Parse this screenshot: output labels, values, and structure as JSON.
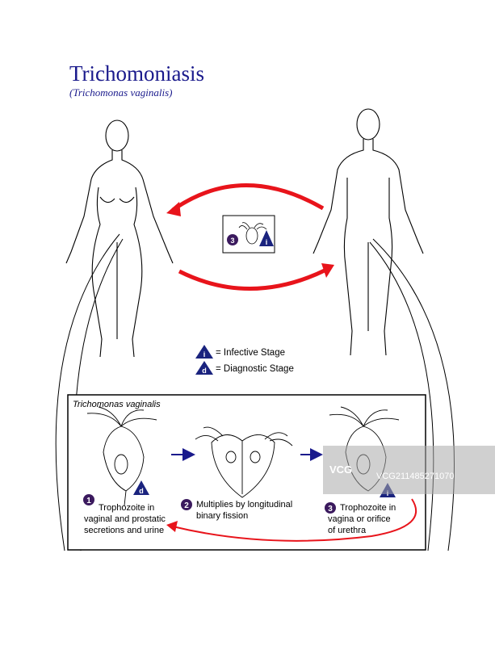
{
  "header": {
    "title": "Trichomoniasis",
    "subtitle": "(Trichomonas vaginalis)"
  },
  "transmission": {
    "stage_number": "3",
    "stage_marker": "i"
  },
  "legend": {
    "infective": {
      "marker": "i",
      "label": "= Infective Stage"
    },
    "diagnostic": {
      "marker": "d",
      "label": "= Diagnostic Stage"
    }
  },
  "life_cycle": {
    "organism": "Trichomonas vaginalis",
    "steps": [
      {
        "number": "1",
        "lines": [
          "Trophozoite in",
          "vaginal and prostatic",
          "secretions and urine"
        ],
        "marker": "d"
      },
      {
        "number": "2",
        "lines": [
          "Multiplies by longitudinal",
          "binary fission"
        ]
      },
      {
        "number": "3",
        "lines": [
          "Trophozoite in",
          "vagina or orifice",
          "of urethra"
        ],
        "marker": "i"
      }
    ]
  },
  "watermark": {
    "logo": "VCG",
    "code": "VCG211485271070"
  },
  "colors": {
    "title": "#1a1a8c",
    "arrow_red": "#e8141b",
    "arrow_blue": "#1a1a8c",
    "badge": "#3b1a5e",
    "triangle": "#1a237e"
  }
}
